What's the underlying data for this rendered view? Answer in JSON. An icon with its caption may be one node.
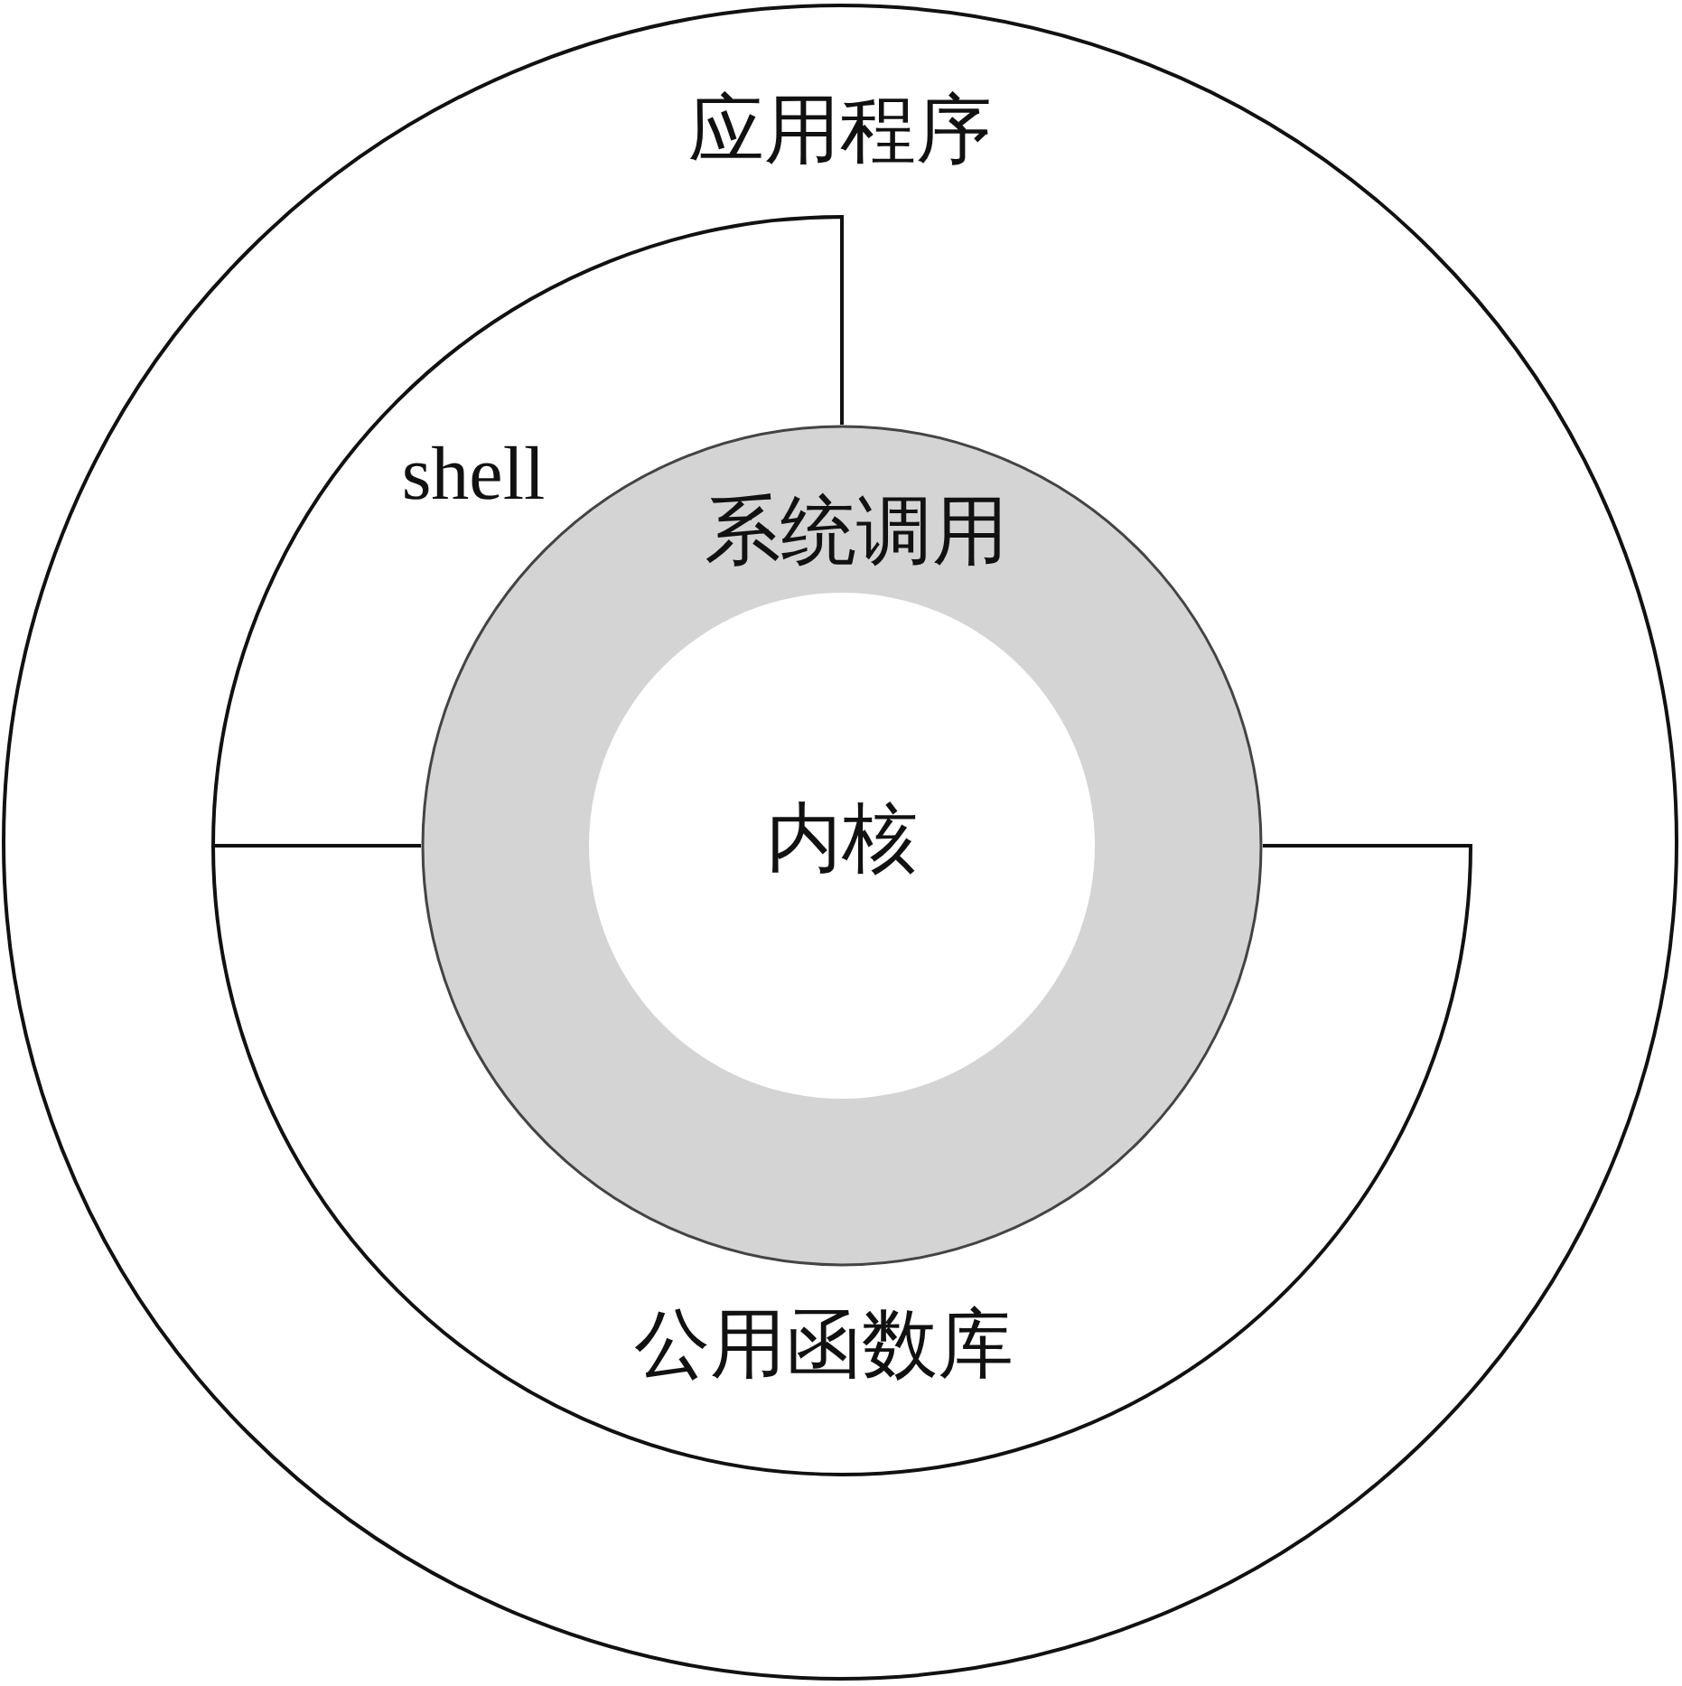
{
  "diagram": {
    "nodes": [
      {
        "text": [
          "应用程序"
        ]
      },
      {
        "text": [
          "shell"
        ],
        "in": 0
      },
      {
        "text": [
          "系统调用"
        ],
        "in": 0
      },
      {
        "text": [
          "内核"
        ],
        "in": 2
      },
      {
        "text": [
          "公用函数库"
        ],
        "in": 0
      }
    ]
  }
}
